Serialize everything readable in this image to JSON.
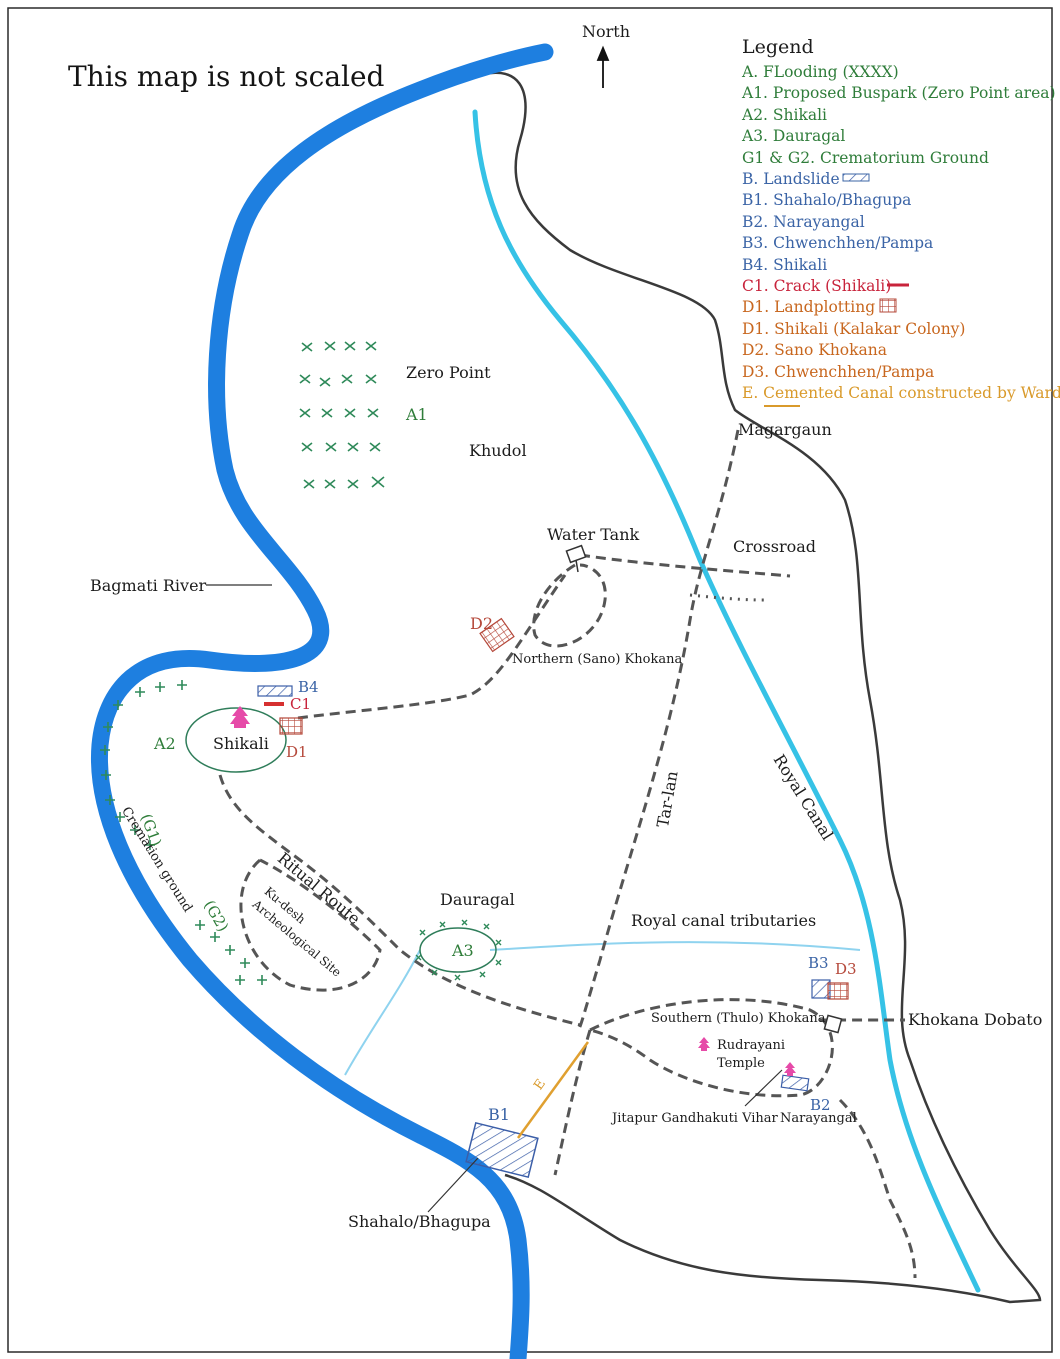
{
  "title": "This map is not scaled",
  "north_label": "North",
  "legend": {
    "heading": "Legend",
    "items": [
      {
        "text": "A. FLooding (XXXX)",
        "color": "#2f7d3a"
      },
      {
        "text": "A1. Proposed Buspark (Zero Point area)",
        "color": "#2f7d3a"
      },
      {
        "text": "A2. Shikali",
        "color": "#2f7d3a"
      },
      {
        "text": "A3. Dauragal",
        "color": "#2f7d3a"
      },
      {
        "text": "G1 & G2. Crematorium Ground",
        "color": "#2f7d3a"
      },
      {
        "text": "B. Landslide",
        "color": "#3b64a6",
        "symbol": "hatch-icon"
      },
      {
        "text": "B1. Shahalo/Bhagupa",
        "color": "#3b64a6"
      },
      {
        "text": "B2. Narayangal",
        "color": "#3b64a6"
      },
      {
        "text": "B3. Chwenchhen/Pampa",
        "color": "#3b64a6"
      },
      {
        "text": "B4. Shikali",
        "color": "#3b64a6"
      },
      {
        "text": "C1. Crack (Shikali)",
        "color": "#c8233b",
        "symbol": "red-bar-icon"
      },
      {
        "text": "D1. Landplotting",
        "color": "#c8671f",
        "symbol": "grid-icon"
      },
      {
        "text": "D1. Shikali (Kalakar Colony)",
        "color": "#c8671f"
      },
      {
        "text": "D2. Sano Khokana",
        "color": "#c8671f"
      },
      {
        "text": "D3. Chwenchhen/Pampa",
        "color": "#c8671f"
      },
      {
        "text": "E. Cemented Canal constructed by Ward",
        "color": "#d99a2b",
        "symbol": "orange-line-icon"
      }
    ]
  },
  "places": {
    "zero_point": "Zero Point",
    "a1": "A1",
    "khudol": "Khudol",
    "magargaun": "Magargaun",
    "water_tank": "Water Tank",
    "crossroad": "Crossroad",
    "bagmati_river": "Bagmati River",
    "d2": "D2",
    "northern_khokana": "Northern (Sano) Khokana",
    "b4": "B4",
    "c1": "C1",
    "d1": "D1",
    "a2": "A2",
    "shikali": "Shikali",
    "cremation_ground": "Cremation ground",
    "g1": "(G1)",
    "g2": "(G2)",
    "ritual_route": "Ritual Route",
    "kudesh_line1": "Ku-desh",
    "kudesh_line2": "Archeological Site",
    "tar_lan": "Tar-lan",
    "royal_canal": "Royal Canal",
    "dauragal": "Dauragal",
    "a3": "A3",
    "royal_canal_tributaries": "Royal canal tributaries",
    "b3": "B3",
    "d3": "D3",
    "southern_khokana": "Southern (Thulo) Khokana",
    "khokana_dobato": "Khokana Dobato",
    "rudrayani_line1": "Rudrayani",
    "rudrayani_line2": "Temple",
    "jitapur": "Jitapur Gandhakuti Vihar",
    "b2": "B2",
    "narayangal": "Narayangal",
    "b1": "B1",
    "e": "E",
    "shahalo_bhagupa": "Shahalo/Bhagupa"
  },
  "colors": {
    "river": "#1e7fe0",
    "canal": "#36c2e6",
    "tributary": "#8fd3ef",
    "flood_marks": "#2f8a5a",
    "temple": "#e64aa8",
    "crack": "#d63030",
    "plot_grid": "#b5483a",
    "landslide_hatch": "#3b5ea8",
    "cemented_canal": "#e0a030",
    "road": "#555555",
    "boundary": "#3a3a3a"
  }
}
